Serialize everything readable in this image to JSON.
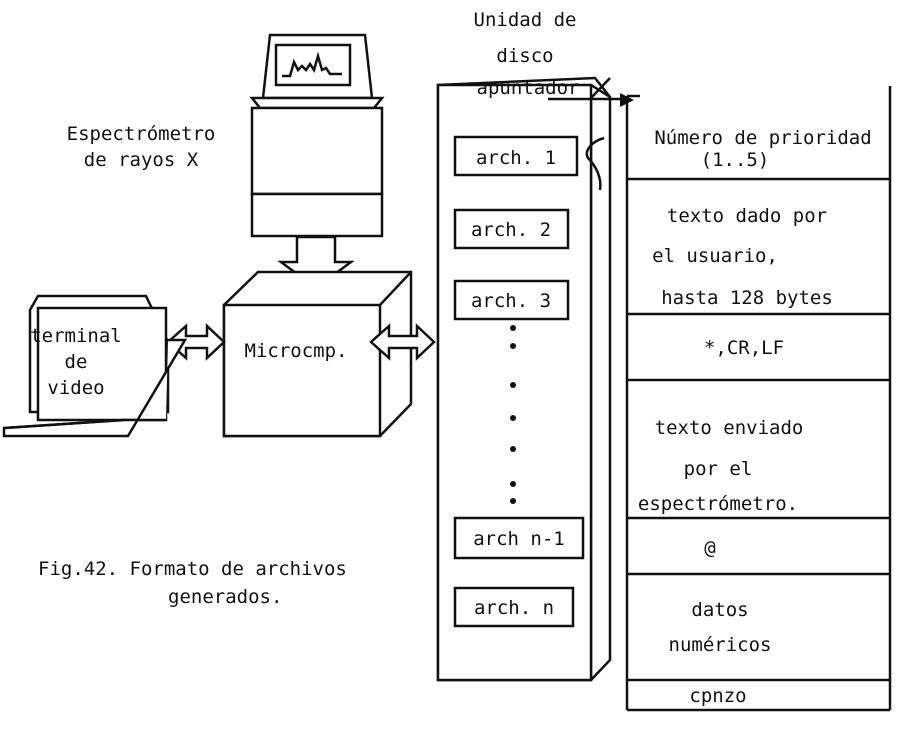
{
  "disk_unit": {
    "label_line1": "Unidad de",
    "label_line2": "disco",
    "pointer_label": "apuntador",
    "files": [
      "arch. 1",
      "arch. 2",
      "arch. 3",
      "arch n-1",
      "arch. n"
    ]
  },
  "spectrometer": {
    "label_line1": "Espectrómetro",
    "label_line2": "de  rayos X"
  },
  "microcomputer": {
    "label": "Microcmp."
  },
  "video_terminal": {
    "line1": "terminal",
    "line2": "de",
    "line3": "video"
  },
  "file_format": {
    "sections": [
      {
        "lines": [
          "Número de prioridad",
          "(1..5)"
        ]
      },
      {
        "lines": [
          "texto dado  por",
          "el  usuario,",
          "hasta 128 bytes"
        ]
      },
      {
        "lines": [
          "*,CR,LF"
        ]
      },
      {
        "lines": [
          "texto enviado",
          "por   el",
          "espectrómetro."
        ]
      },
      {
        "lines": [
          "@"
        ]
      },
      {
        "lines": [
          "datos",
          "numéricos"
        ]
      },
      {
        "lines": [
          "cpnzo"
        ]
      }
    ]
  },
  "caption": {
    "line1": "Fig.42. Formato de archivos",
    "line2": "generados."
  }
}
